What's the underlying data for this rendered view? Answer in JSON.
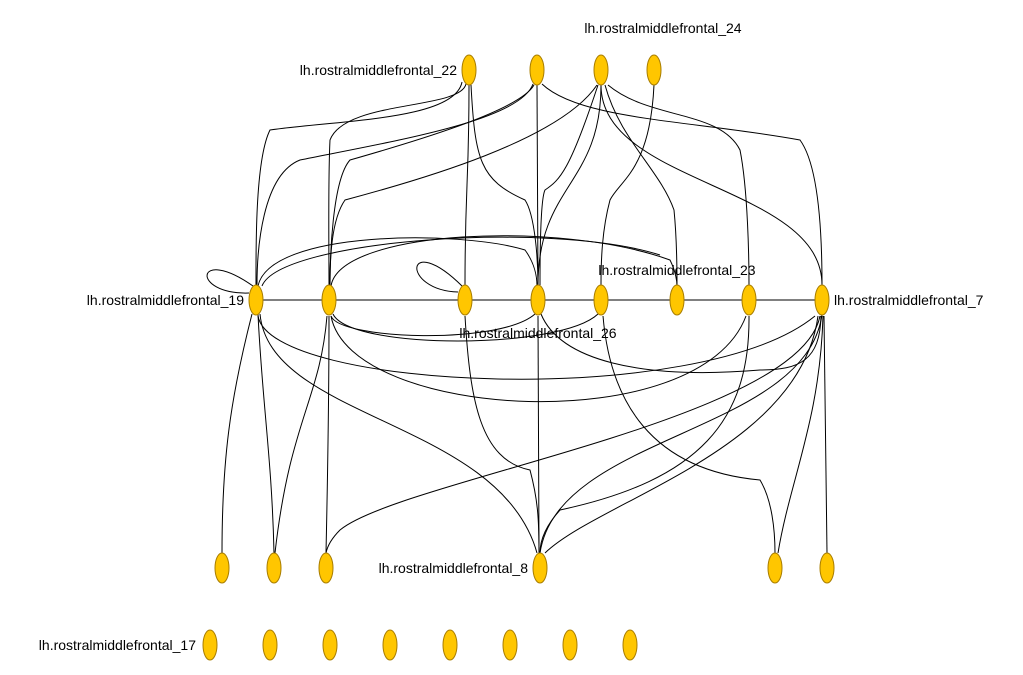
{
  "colors": {
    "node_fill": "#ffc600",
    "edge_color": "#000000",
    "label_color": "#000000"
  },
  "nodes": [
    {
      "id": "n22",
      "label": "lh.rostralmiddlefrontal_22"
    },
    {
      "id": "t2",
      "label": ""
    },
    {
      "id": "n24",
      "label": "lh.rostralmiddlefrontal_24"
    },
    {
      "id": "t4",
      "label": ""
    },
    {
      "id": "n19",
      "label": "lh.rostralmiddlefrontal_19"
    },
    {
      "id": "m2",
      "label": ""
    },
    {
      "id": "m3",
      "label": ""
    },
    {
      "id": "n26",
      "label": "lh.rostralmiddlefrontal_26"
    },
    {
      "id": "m5",
      "label": ""
    },
    {
      "id": "n23",
      "label": "lh.rostralmiddlefrontal_23"
    },
    {
      "id": "m7",
      "label": ""
    },
    {
      "id": "n7",
      "label": "lh.rostralmiddlefrontal_7"
    },
    {
      "id": "b1",
      "label": ""
    },
    {
      "id": "b2",
      "label": ""
    },
    {
      "id": "b3",
      "label": ""
    },
    {
      "id": "n8",
      "label": "lh.rostralmiddlefrontal_8"
    },
    {
      "id": "b5",
      "label": ""
    },
    {
      "id": "b6",
      "label": ""
    },
    {
      "id": "n17",
      "label": "lh.rostralmiddlefrontal_17"
    },
    {
      "id": "i2",
      "label": ""
    },
    {
      "id": "i3",
      "label": ""
    },
    {
      "id": "i4",
      "label": ""
    },
    {
      "id": "i5",
      "label": ""
    },
    {
      "id": "i6",
      "label": ""
    },
    {
      "id": "i7",
      "label": ""
    },
    {
      "id": "i8",
      "label": ""
    }
  ],
  "edges": [
    {
      "from": "n19",
      "to": "m2"
    },
    {
      "from": "m2",
      "to": "m3"
    },
    {
      "from": "m3",
      "to": "n26"
    },
    {
      "from": "n26",
      "to": "m5"
    },
    {
      "from": "m5",
      "to": "n23"
    },
    {
      "from": "n23",
      "to": "m7"
    },
    {
      "from": "m7",
      "to": "n7"
    },
    {
      "from": "n19",
      "to": "n19"
    },
    {
      "from": "m3",
      "to": "m3"
    },
    {
      "from": "n22",
      "to": "m3"
    },
    {
      "from": "n22",
      "to": "n19"
    },
    {
      "from": "n22",
      "to": "m2"
    },
    {
      "from": "n22",
      "to": "n26"
    },
    {
      "from": "t2",
      "to": "n26"
    },
    {
      "from": "t2",
      "to": "n19"
    },
    {
      "from": "t2",
      "to": "m2"
    },
    {
      "from": "t2",
      "to": "n7"
    },
    {
      "from": "n24",
      "to": "m5"
    },
    {
      "from": "n24",
      "to": "n26"
    },
    {
      "from": "n24",
      "to": "n23"
    },
    {
      "from": "n24",
      "to": "m7"
    },
    {
      "from": "n24",
      "to": "n7"
    },
    {
      "from": "n24",
      "to": "m2"
    },
    {
      "from": "t4",
      "to": "n26"
    },
    {
      "from": "n19",
      "to": "n26"
    },
    {
      "from": "m2",
      "to": "m5"
    },
    {
      "from": "m2",
      "to": "n26"
    },
    {
      "from": "m2",
      "to": "n23"
    },
    {
      "from": "n19",
      "to": "n23"
    },
    {
      "from": "n19",
      "to": "n7"
    },
    {
      "from": "n26",
      "to": "n7"
    },
    {
      "from": "m2",
      "to": "m7"
    },
    {
      "from": "n19",
      "to": "b1"
    },
    {
      "from": "n19",
      "to": "b2"
    },
    {
      "from": "m2",
      "to": "b2"
    },
    {
      "from": "m2",
      "to": "b3"
    },
    {
      "from": "n19",
      "to": "n8"
    },
    {
      "from": "m3",
      "to": "n8"
    },
    {
      "from": "n26",
      "to": "n8"
    },
    {
      "from": "m7",
      "to": "n8"
    },
    {
      "from": "n7",
      "to": "n8"
    },
    {
      "from": "n7",
      "to": "b3"
    },
    {
      "from": "n7",
      "to": "n8"
    },
    {
      "from": "m5",
      "to": "b5"
    },
    {
      "from": "n7",
      "to": "b5"
    },
    {
      "from": "n7",
      "to": "b6"
    }
  ]
}
